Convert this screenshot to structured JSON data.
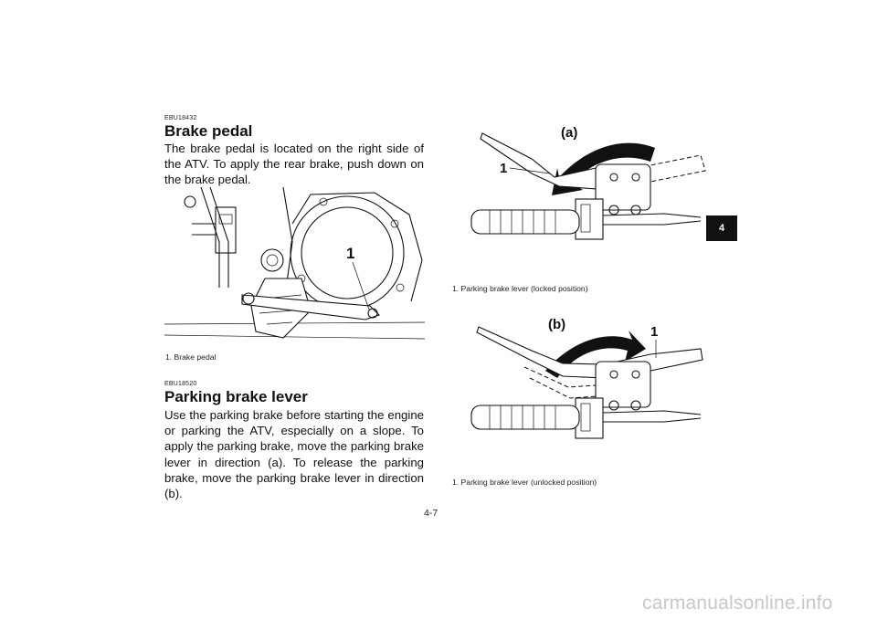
{
  "section_tab": "4",
  "brake_pedal": {
    "code": "EBU18432",
    "title": "Brake pedal",
    "body": "The brake pedal is located on the right side of the ATV. To apply the rear brake, push down on the brake pedal.",
    "callout": "1",
    "caption": "1.  Brake pedal"
  },
  "parking_brake": {
    "code": "EBU18520",
    "title": "Parking brake lever",
    "body": "Use the parking brake before starting the engine or parking the ATV, especially on a slope. To apply the parking brake, move the parking brake lever in direction (a). To release the parking brake, move the parking brake lever in direction (b)."
  },
  "figure_locked": {
    "direction_label": "(a)",
    "callout": "1",
    "caption": "1.  Parking brake lever (locked position)"
  },
  "figure_unlocked": {
    "direction_label": "(b)",
    "callout": "1",
    "caption": "1.  Parking brake lever (unlocked position)"
  },
  "page_number": "4-7",
  "watermark": "carmanualsonline.info"
}
